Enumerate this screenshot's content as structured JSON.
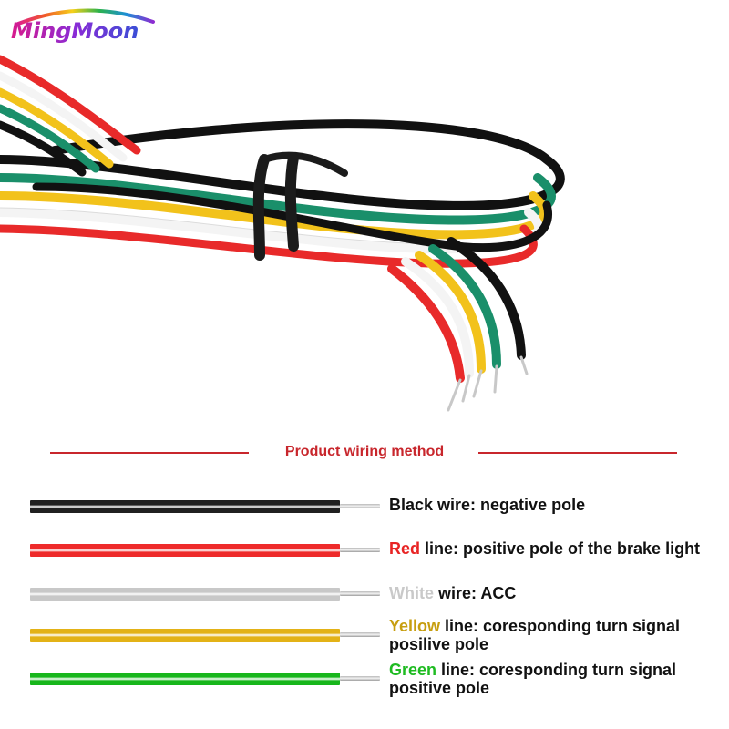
{
  "brand": {
    "name": "MingMoon",
    "text_part1": "Ming",
    "text_part2": "Moon"
  },
  "section": {
    "title": "Product wiring method"
  },
  "colors": {
    "accent_red": "#c8262c",
    "wire_black": "#202020",
    "wire_red": "#ee2a2a",
    "wire_white": "#c8c8c8",
    "wire_yellow": "#e3b216",
    "wire_green": "#17b61b"
  },
  "wires": [
    {
      "color_word": "",
      "color_hex": "#202020",
      "word_color": "#111111",
      "text": "Black wire: negative pole",
      "text2": ""
    },
    {
      "color_word": "Red",
      "color_hex": "#ee2a2a",
      "word_color": "#e82424",
      "text": " line: positive pole of the brake light",
      "text2": ""
    },
    {
      "color_word": "White",
      "color_hex": "#c8c8c8",
      "word_color": "#c9c9c9",
      "text": " wire: ACC",
      "text2": ""
    },
    {
      "color_word": "Yellow",
      "color_hex": "#e3b216",
      "word_color": "#c79e0f",
      "text": " line:  coresponding turn signal",
      "text2": "posilive pole"
    },
    {
      "color_word": "Green",
      "color_hex": "#17b61b",
      "word_color": "#1fbb22",
      "text": " line: coresponding turn signal",
      "text2": "positive pole"
    }
  ]
}
